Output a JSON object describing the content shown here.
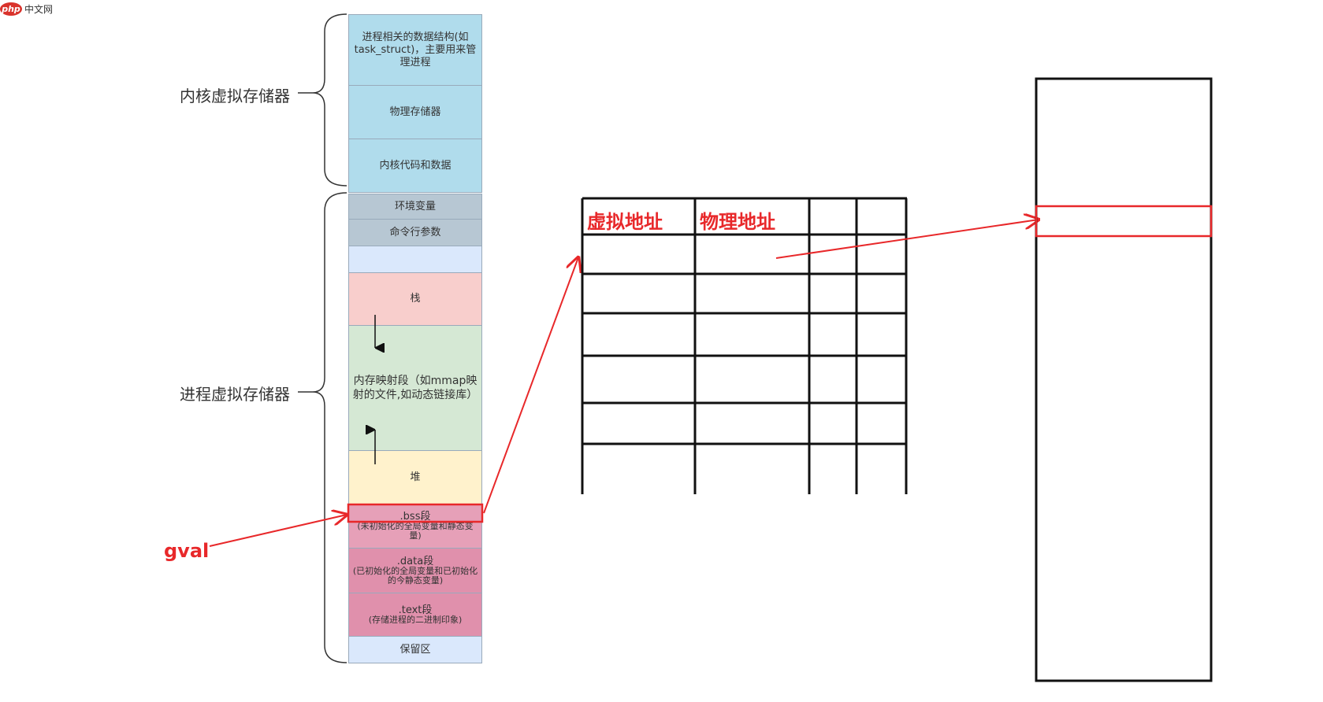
{
  "watermark": {
    "badge": "php",
    "site": "中文网"
  },
  "braces": {
    "kernel_label": "内核虚拟存储器",
    "process_label": "进程虚拟存储器"
  },
  "segments": {
    "task_struct": "进程相关的数据结构(如task_struct)，主要用来管理进程",
    "phys_mem": "物理存储器",
    "kernel_code": "内核代码和数据",
    "env_vars": "环境变量",
    "cmd_args": "命令行参数",
    "stack": "栈",
    "mmap": "内存映射段（如mmap映射的文件,如动态链接库）",
    "heap": "堆",
    "bss_title": ".bss段",
    "bss_sub": "(未初始化的全局变量和静态变量)",
    "data_title": ".data段",
    "data_sub": "(已初始化的全局变量和已初始化的今静态变量)",
    "text_title": ".text段",
    "text_sub": "(存储进程的二进制印象)",
    "reserved": "保留区"
  },
  "table": {
    "col_virtual": "虚拟地址",
    "col_physical": "物理地址"
  },
  "gval_label": "gval",
  "colors": {
    "kernel": "#b0dcec",
    "env": "#b7c7d3",
    "gap": "#dae8fc",
    "stack": "#f8cecc",
    "mmap": "#d5e8d4",
    "heap": "#fff2cc",
    "segments": "#e6a0b8",
    "reserved": "#dae8fc",
    "highlight": "#e8282a"
  }
}
